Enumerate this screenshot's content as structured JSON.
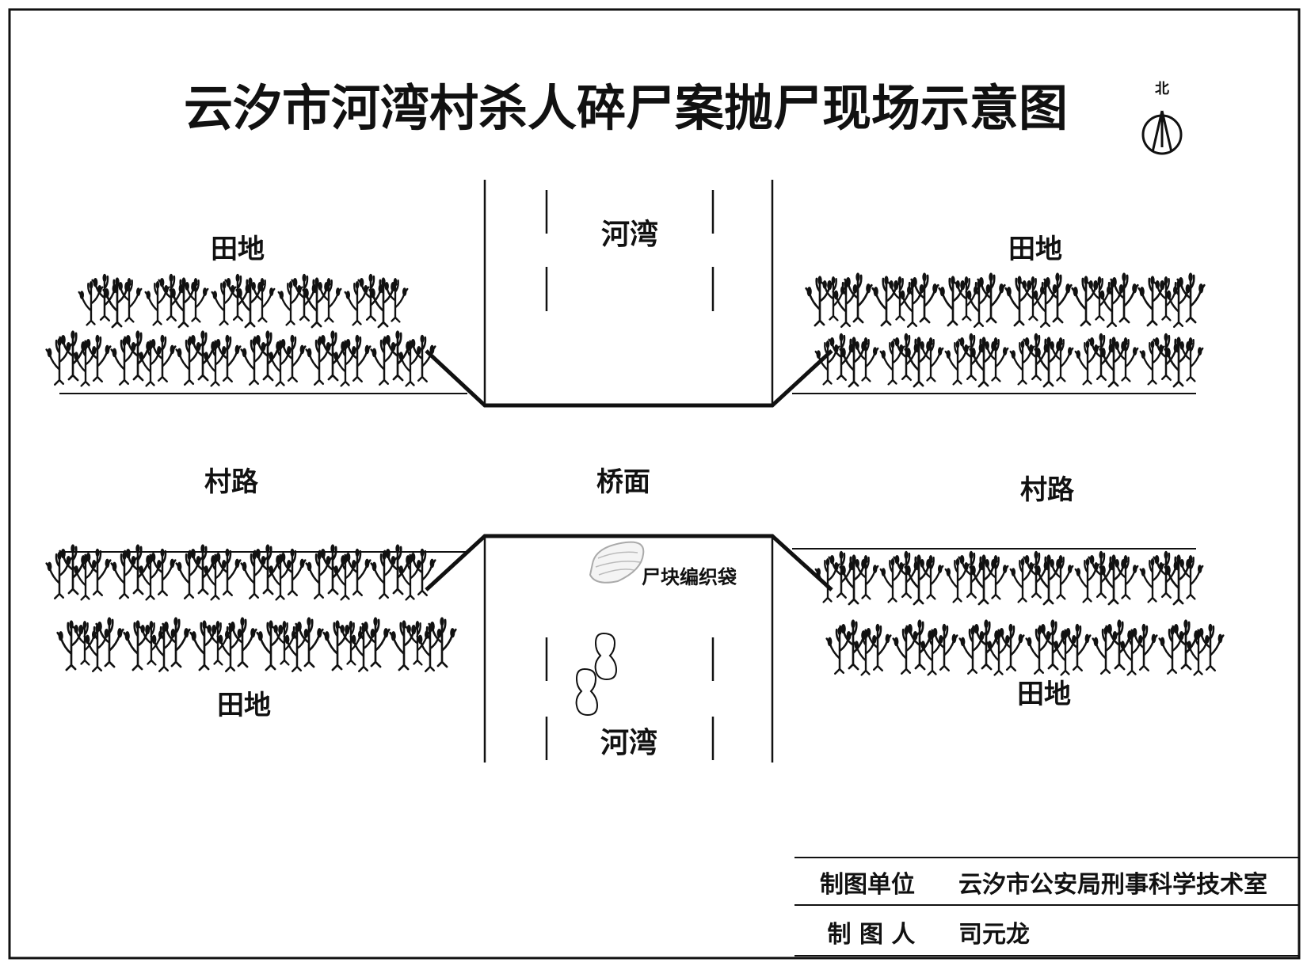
{
  "title": "云汐市河湾村杀人碎尸案抛尸现场示意图",
  "compass": {
    "label": "北"
  },
  "labels": {
    "field_top_left": "田地",
    "field_top_right": "田地",
    "river_top": "河湾",
    "road_left": "村路",
    "bridge": "桥面",
    "road_right": "村路",
    "evidence_bag": "尸块编织袋",
    "field_bottom_left": "田地",
    "field_bottom_right": "田地",
    "river_bottom": "河湾"
  },
  "info_table": {
    "rows": [
      {
        "key": "制图单位",
        "value": "云汐市公安局刑事科学技术室"
      },
      {
        "key": "制 图 人",
        "value": "司元龙"
      }
    ]
  }
}
